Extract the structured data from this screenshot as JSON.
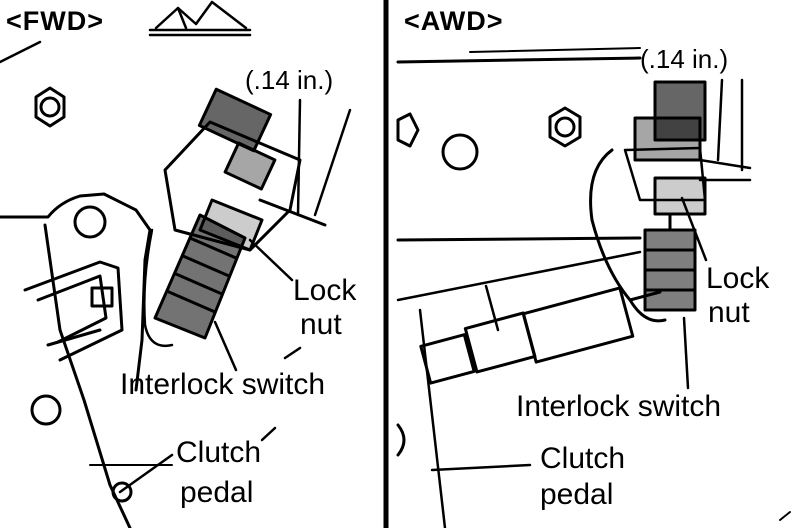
{
  "fwd": {
    "heading": "<FWD>",
    "measurement": "(.14 in.)",
    "lock_nut_line1": "Lock",
    "lock_nut_line2": "nut",
    "switch_label": "Interlock switch",
    "pedal_line1": "Clutch",
    "pedal_line2": "pedal"
  },
  "awd": {
    "heading": "<AWD>",
    "measurement": "(.14 in.)",
    "lock_nut_line1": "Lock",
    "lock_nut_line2": "nut",
    "switch_label": "Interlock switch",
    "pedal_line1": "Clutch",
    "pedal_line2": "pedal"
  },
  "colors": {
    "ink": "#000000",
    "paper": "#ffffff"
  }
}
